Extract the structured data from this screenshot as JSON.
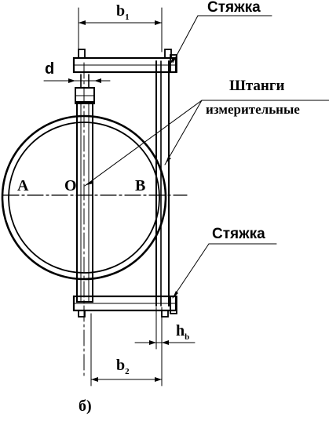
{
  "labels": {
    "b1": "b",
    "b1_sub": "1",
    "b2": "b",
    "b2_sub": "2",
    "d": "d",
    "hb": "h",
    "hb_sub": "b",
    "stjazhka_top": "Стяжка",
    "stjazhka_bottom": "Стяжка",
    "shtangi": "Штанги",
    "izmeritelnye": "измерительные",
    "point_a": "A",
    "point_o": "O",
    "point_b": "B",
    "caption": "б)"
  }
}
